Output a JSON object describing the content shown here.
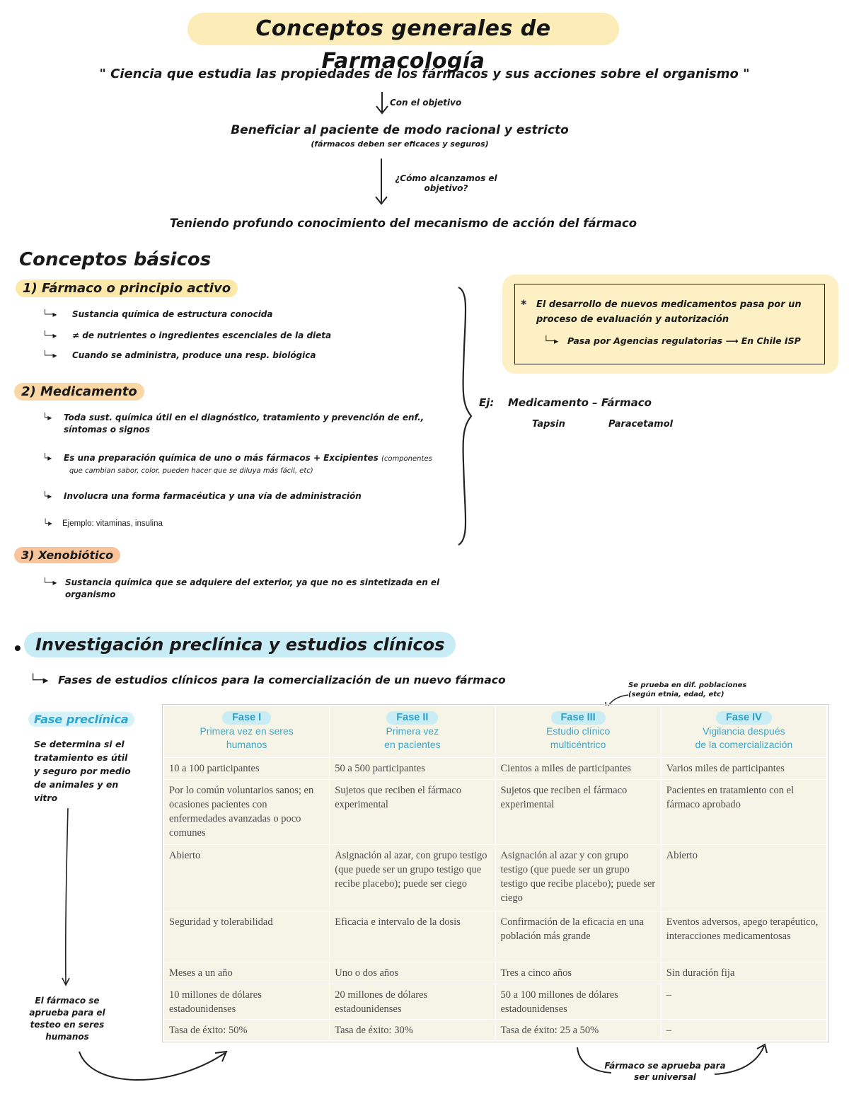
{
  "title": "Conceptos generales de Farmacología",
  "definition": "\" Ciencia que estudia las propiedades de los fármacos y sus acciones sobre el organismo \"",
  "flow": {
    "step1_label": "Con el objetivo",
    "goal": "Beneficiar al paciente de modo racional y estricto",
    "goal_note": "(fármacos deben ser eficaces y seguros)",
    "step2_label_line1": "¿Cómo alcanzamos el",
    "step2_label_line2": "objetivo?",
    "answer": "Teniendo profundo conocimiento del mecanismo de acción del fármaco"
  },
  "basics": {
    "heading": "Conceptos básicos",
    "farmaco": {
      "title": "1) Fármaco o principio activo",
      "items": [
        "Sustancia química de estructura conocida",
        "≠ de nutrientes o ingredientes escenciales de la dieta",
        "Cuando se administra, produce una resp. biológica"
      ]
    },
    "medicamento": {
      "title": "2) Medicamento",
      "item1_line1": "Toda sust. química útil en el diagnóstico, tratamiento y prevención de enf.,",
      "item1_line2": "síntomas o signos",
      "item2_main": "Es una preparación química de uno o más fármacos + Excipientes",
      "item2_note_line1": "(componentes",
      "item2_note_line2": "que cambian sabor, color, pueden hacer que se diluya más fácil, etc)",
      "item3": "Involucra una forma farmacéutica y una vía de administración",
      "item4": "Ejemplo: vitaminas, insulina"
    },
    "xenobiotico": {
      "title": "3) Xenobiótico",
      "item_line1": "Sustancia química que se adquiere del exterior, ya que no es sintetizada en el",
      "item_line2": "organismo"
    }
  },
  "note": {
    "star": "*",
    "line1": "El desarrollo de nuevos medicamentos pasa por un",
    "line2": "proceso de evaluación y autorización",
    "line3": "Pasa por Agencias regulatorias ⟶ En Chile ISP"
  },
  "example": {
    "prefix": "Ej:",
    "header": "Medicamento – Fármaco",
    "brand": "Tapsin",
    "drug": "Paracetamol"
  },
  "research": {
    "bullet": "•",
    "heading": "Investigación preclínica y estudios clínicos",
    "subtitle": "Fases de estudios clínicos para la comercialización de un nuevo fármaco"
  },
  "preclinical": {
    "title": "Fase preclínica",
    "text_lines": [
      "Se determina si el",
      "tratamiento es útil",
      "y seguro por medio",
      "de animales y en",
      "vitro"
    ],
    "bottom_lines": [
      "El fármaco se",
      "aprueba para el",
      "testeo en seres",
      "humanos"
    ]
  },
  "fase3_note": {
    "line1": "Se prueba en dif. poblaciones",
    "line2": "(según etnia, edad, etc)"
  },
  "bottom_note": {
    "line1": "Fármaco se aprueba para",
    "line2": "ser universal"
  },
  "table": {
    "headers": [
      {
        "badge": "Fase I",
        "line1": "Primera vez en seres",
        "line2": "humanos"
      },
      {
        "badge": "Fase II",
        "line1": "Primera vez",
        "line2": "en pacientes"
      },
      {
        "badge": "Fase III",
        "line1": "Estudio clínico",
        "line2": "multicéntrico"
      },
      {
        "badge": "Fase IV",
        "line1": "Vigilancia después",
        "line2": "de la comercialización"
      }
    ],
    "rows": [
      [
        "10 a 100 participantes",
        "50 a 500 participantes",
        "Cientos a miles de participantes",
        "Varios miles de participantes"
      ],
      [
        "Por lo común voluntarios sanos; en ocasiones pacientes con enfermedades avanzadas o poco comunes",
        "Sujetos que reciben el fármaco experimental",
        "Sujetos que reciben el fármaco experimental",
        "Pacientes en tratamiento con el fármaco aprobado"
      ],
      [
        "Abierto",
        "Asignación al azar, con grupo testigo (que puede ser un grupo testigo que recibe placebo); puede ser ciego",
        "Asignación al azar y con grupo testigo (que puede ser un grupo testigo que recibe placebo); puede ser ciego",
        "Abierto"
      ],
      [
        "Seguridad y tolerabilidad",
        "Eficacia e intervalo de la dosis",
        "Confirmación de la eficacia en una población más grande",
        "Eventos adversos, apego terapéutico, interacciones medicamentosas"
      ],
      [
        "Meses a un año",
        "Uno o dos años",
        "Tres a cinco años",
        "Sin duración fija"
      ],
      [
        "10 millones de dólares estadounidenses",
        "20 millones de dólares estadounidenses",
        "50 a 100 millones de dólares estadounidenses",
        "–"
      ],
      [
        "Tasa de éxito: 50%",
        "Tasa de éxito: 30%",
        "Tasa de éxito: 25 a 50%",
        "–"
      ]
    ]
  }
}
